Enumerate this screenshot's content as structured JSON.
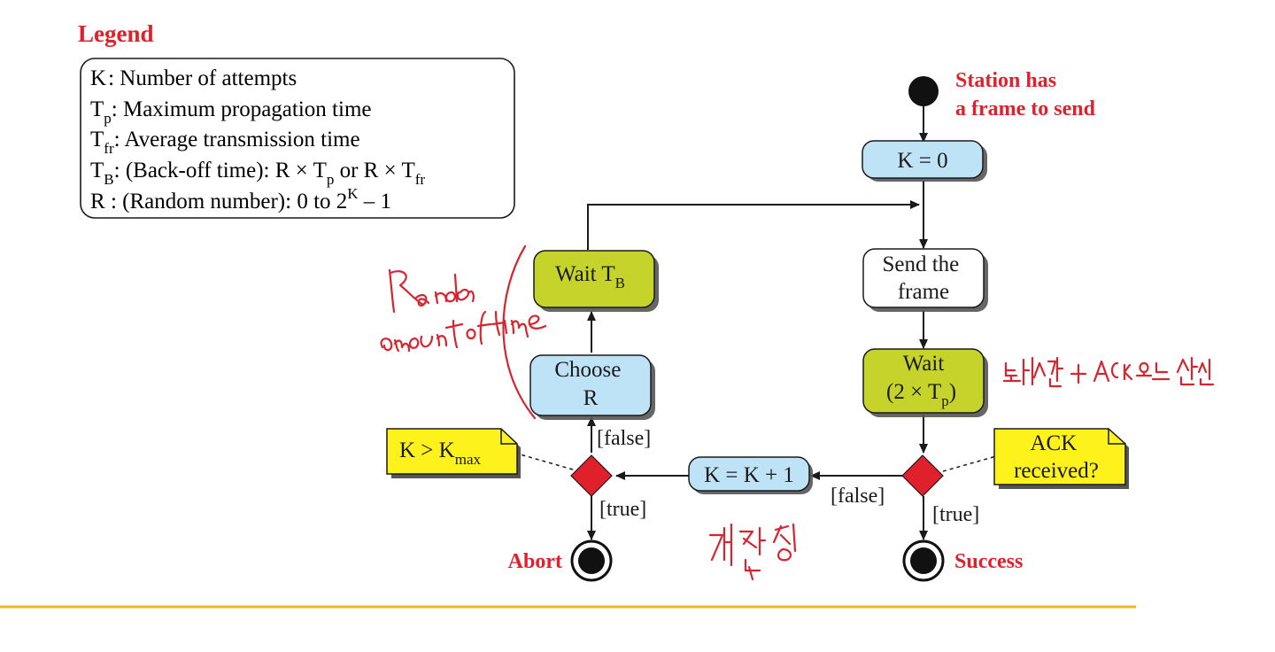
{
  "legend": {
    "title": "Legend",
    "items": [
      {
        "sym": "K",
        "sub": "",
        "text": ": Number of attempts"
      },
      {
        "sym": "T",
        "sub": "p",
        "text": ": Maximum propagation time"
      },
      {
        "sym": "T",
        "sub": "fr",
        "text": ": Average transmission time"
      },
      {
        "sym": "T",
        "sub": "B",
        "text": ": (Back-off time): R × T",
        "sub2": "p",
        "text2": " or R × T",
        "sub3": "fr"
      },
      {
        "sym": "R",
        "sub": "",
        "text": " : (Random number): 0 to 2",
        "sup": "K",
        "text2": " – 1"
      }
    ]
  },
  "start_label": [
    "Station has",
    "a frame to send"
  ],
  "nodes": {
    "init": "K = 0",
    "send": [
      "Send the",
      "frame"
    ],
    "wait_ack": [
      "Wait",
      "(2 × T",
      "p",
      ")"
    ],
    "wait_tb": [
      "Wait T",
      "B"
    ],
    "choose": [
      "Choose",
      "R"
    ],
    "increment": "K = K + 1"
  },
  "notes": {
    "ack": [
      "ACK",
      "received?"
    ],
    "kmax": [
      "K > K",
      "max"
    ]
  },
  "guards": {
    "ack_false": "[false]",
    "ack_true": "[true]",
    "k_false": "[false]",
    "k_true": "[true]"
  },
  "end_labels": {
    "abort": "Abort",
    "success": "Success"
  },
  "colors": {
    "red": "#e0202a",
    "blue_fill": "#bfe3f6",
    "olive_fill": "#c6d32a",
    "yellow_fill": "#fdf21c",
    "diamond": "#e0202a",
    "footer_line": "#f0b81c"
  }
}
